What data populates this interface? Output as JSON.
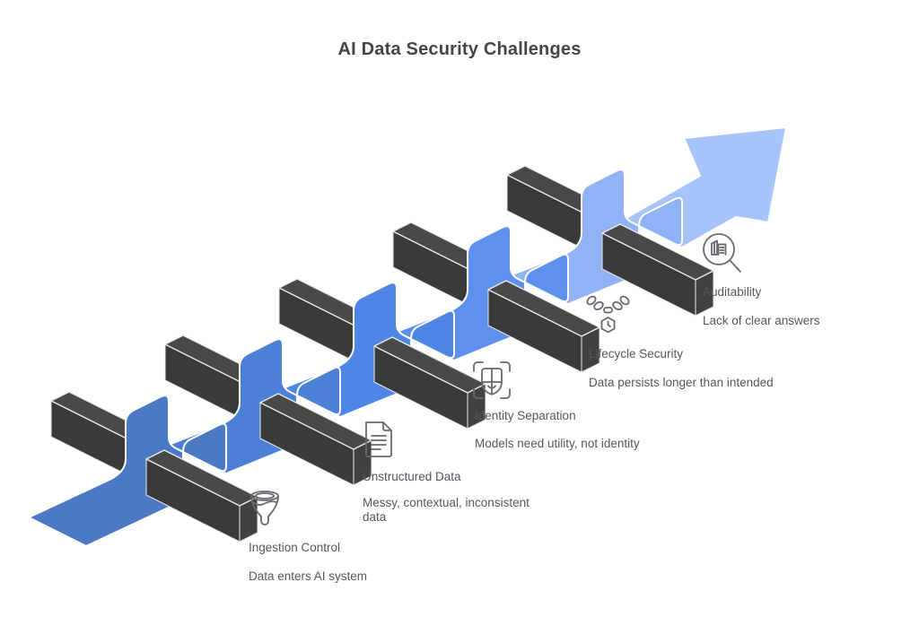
{
  "title": "AI Data Security Challenges",
  "steps": [
    {
      "icon": "funnel-icon",
      "label": "Ingestion Control",
      "description": "Data enters AI system"
    },
    {
      "icon": "document-icon",
      "label": "Unstructured Data",
      "description": "Messy, contextual, inconsistent data"
    },
    {
      "icon": "shield-scan-icon",
      "label": "Identity Separation",
      "description": "Models need utility, not identity"
    },
    {
      "icon": "chain-pendant-icon",
      "label": "Lifecycle Security",
      "description": "Data persists longer than intended"
    },
    {
      "icon": "magnifier-chart-icon",
      "label": "Auditability",
      "description": "Lack of clear answers"
    }
  ],
  "colors": {
    "background": "#ffffff",
    "title_text": "#454545",
    "body_text": "#54575d",
    "icon_stroke": "#666a70",
    "ribbon_1": "#4c79c6",
    "ribbon_2": "#4c80d6",
    "ribbon_3": "#4e86e6",
    "ribbon_4": "#5d90ef",
    "ribbon_5": "#8fb3f5",
    "ribbon_6": "#a6c3fa",
    "ribbon_edge": "#ffffff",
    "bar_top": "#494949",
    "bar_front": "#3a3a3a",
    "bar_end": "#414141",
    "bar_edge": "#e9e9e9"
  }
}
